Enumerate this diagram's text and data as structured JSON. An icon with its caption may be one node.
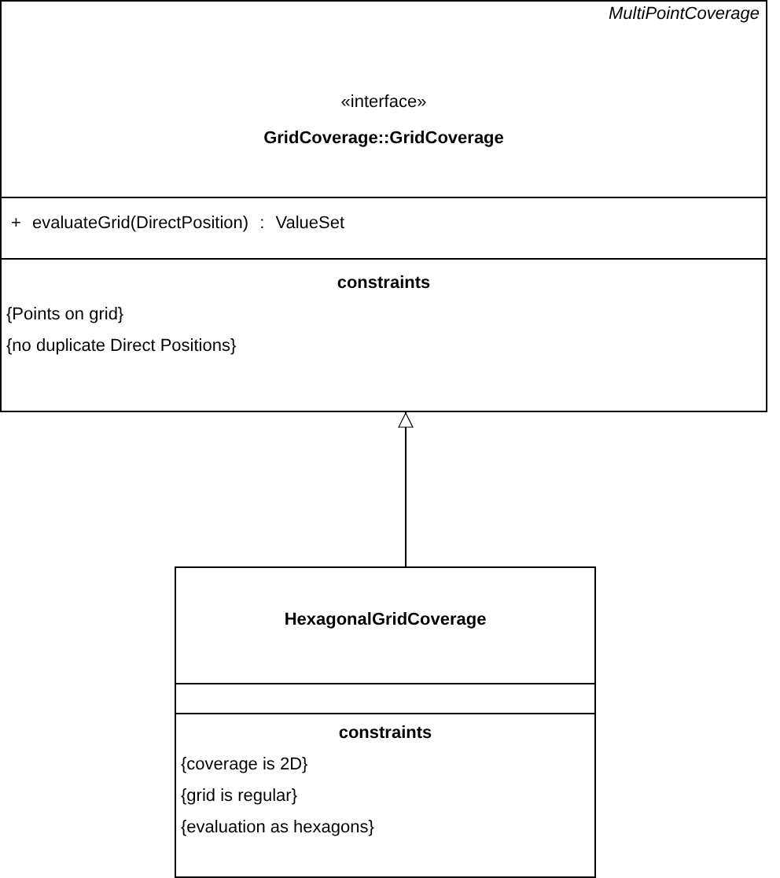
{
  "diagram": {
    "nodes": [
      {
        "text": [
          "MultiPointCoverage",
          "«interface»",
          "GridCoverage::GridCoverage",
          "+ evaluateGrid(DirectPosition) : ValueSet",
          "constraints",
          "{Points on grid}",
          "{no duplicate Direct Positions}"
        ]
      },
      {
        "text": [
          "HexagonalGridCoverage",
          "constraints",
          "{coverage is 2D}",
          "{grid is regular}",
          "{evaluation as hexagons}"
        ]
      }
    ],
    "edges": [
      {
        "from": 1,
        "to": 0,
        "arrow": "to"
      }
    ]
  }
}
